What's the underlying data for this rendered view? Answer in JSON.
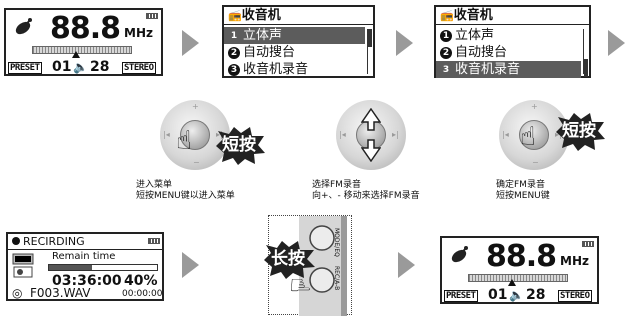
{
  "radio_screen": {
    "frequency": "88.8",
    "unit": "MHz",
    "preset_label": "PRESET",
    "preset_number": "01",
    "volume": "28",
    "stereo_label": "STEREO"
  },
  "menu": {
    "title": "收音机",
    "items": [
      {
        "num": "1",
        "label": "立体声"
      },
      {
        "num": "2",
        "label": "自动搜台"
      },
      {
        "num": "3",
        "label": "收音机录音"
      }
    ]
  },
  "steps": {
    "step1_caption": [
      "进入菜单",
      "短按MENU键以进入菜单"
    ],
    "step2_caption": [
      "选择FM录音",
      "向+、- 移动来选择FM录音"
    ],
    "step3_caption": [
      "确定FM录音",
      "短按MENU键"
    ],
    "short_press": "短按",
    "long_press": "长按"
  },
  "recording_screen": {
    "title": "RECIRDING",
    "remain_label": "Remain time",
    "remain_time": "03:36:00",
    "percent": "40%",
    "progress_fraction": 0.4,
    "filename": "F003.WAV",
    "elapsed": "00:00:00"
  },
  "device": {
    "label_top": "MODE/EQ",
    "label_bottom": "REC/A-B"
  }
}
